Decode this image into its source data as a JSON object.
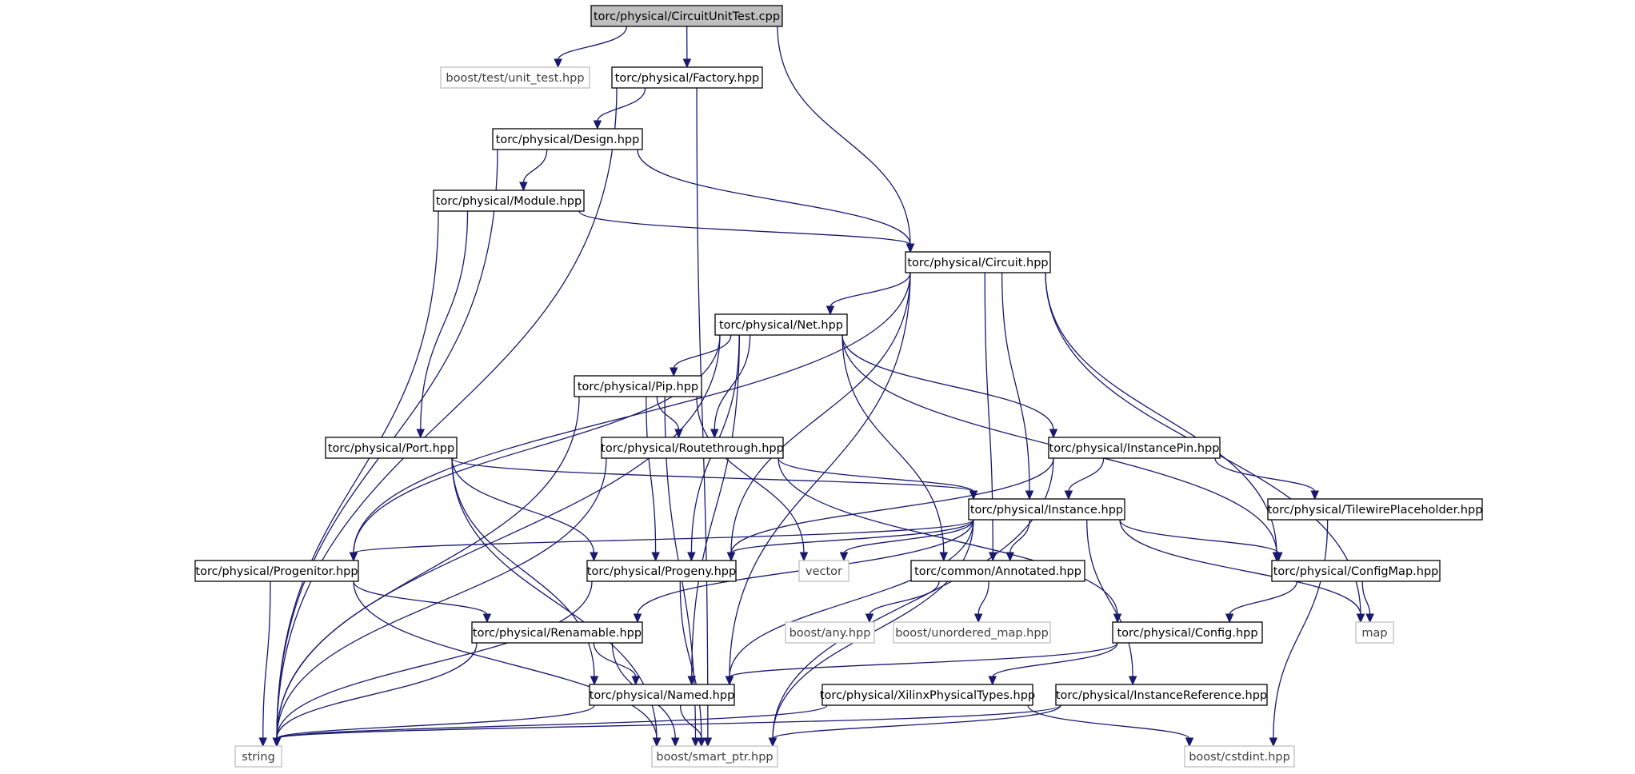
{
  "nodes": [
    {
      "id": "root",
      "label": "torc/physical/CircuitUnitTest.cpp",
      "kind": "root"
    },
    {
      "id": "unit_test",
      "label": "boost/test/unit_test.hpp",
      "kind": "external"
    },
    {
      "id": "factory",
      "label": "torc/physical/Factory.hpp",
      "kind": "local"
    },
    {
      "id": "design",
      "label": "torc/physical/Design.hpp",
      "kind": "local"
    },
    {
      "id": "module",
      "label": "torc/physical/Module.hpp",
      "kind": "local"
    },
    {
      "id": "circuit",
      "label": "torc/physical/Circuit.hpp",
      "kind": "local"
    },
    {
      "id": "net",
      "label": "torc/physical/Net.hpp",
      "kind": "local"
    },
    {
      "id": "pip",
      "label": "torc/physical/Pip.hpp",
      "kind": "local"
    },
    {
      "id": "port",
      "label": "torc/physical/Port.hpp",
      "kind": "local"
    },
    {
      "id": "routethrough",
      "label": "torc/physical/Routethrough.hpp",
      "kind": "local"
    },
    {
      "id": "instancepin",
      "label": "torc/physical/InstancePin.hpp",
      "kind": "local"
    },
    {
      "id": "tilewire",
      "label": "torc/physical/TilewirePlaceholder.hpp",
      "kind": "local"
    },
    {
      "id": "instance",
      "label": "torc/physical/Instance.hpp",
      "kind": "local"
    },
    {
      "id": "progenitor",
      "label": "torc/physical/Progenitor.hpp",
      "kind": "local"
    },
    {
      "id": "progeny",
      "label": "torc/physical/Progeny.hpp",
      "kind": "local"
    },
    {
      "id": "vector",
      "label": "vector",
      "kind": "external"
    },
    {
      "id": "annotated",
      "label": "torc/common/Annotated.hpp",
      "kind": "local"
    },
    {
      "id": "configmap",
      "label": "torc/physical/ConfigMap.hpp",
      "kind": "local"
    },
    {
      "id": "renamable",
      "label": "torc/physical/Renamable.hpp",
      "kind": "local"
    },
    {
      "id": "boost_any",
      "label": "boost/any.hpp",
      "kind": "external"
    },
    {
      "id": "unordered_map",
      "label": "boost/unordered_map.hpp",
      "kind": "external"
    },
    {
      "id": "config",
      "label": "torc/physical/Config.hpp",
      "kind": "local"
    },
    {
      "id": "map",
      "label": "map",
      "kind": "external"
    },
    {
      "id": "named",
      "label": "torc/physical/Named.hpp",
      "kind": "local"
    },
    {
      "id": "xilinxtypes",
      "label": "torc/physical/XilinxPhysicalTypes.hpp",
      "kind": "local"
    },
    {
      "id": "instanceref",
      "label": "torc/physical/InstanceReference.hpp",
      "kind": "local"
    },
    {
      "id": "string",
      "label": "string",
      "kind": "external"
    },
    {
      "id": "smart_ptr",
      "label": "boost/smart_ptr.hpp",
      "kind": "external"
    },
    {
      "id": "cstdint",
      "label": "boost/cstdint.hpp",
      "kind": "external"
    }
  ],
  "edges": [
    [
      "root",
      "unit_test"
    ],
    [
      "root",
      "factory"
    ],
    [
      "root",
      "circuit"
    ],
    [
      "factory",
      "design"
    ],
    [
      "factory",
      "string"
    ],
    [
      "factory",
      "smart_ptr"
    ],
    [
      "design",
      "module"
    ],
    [
      "design",
      "circuit"
    ],
    [
      "design",
      "string"
    ],
    [
      "module",
      "circuit"
    ],
    [
      "module",
      "port"
    ],
    [
      "module",
      "string"
    ],
    [
      "circuit",
      "net"
    ],
    [
      "circuit",
      "instance"
    ],
    [
      "circuit",
      "progeny"
    ],
    [
      "circuit",
      "progenitor"
    ],
    [
      "circuit",
      "annotated"
    ],
    [
      "circuit",
      "configmap"
    ],
    [
      "circuit",
      "map"
    ],
    [
      "circuit",
      "named"
    ],
    [
      "net",
      "pip"
    ],
    [
      "net",
      "routethrough"
    ],
    [
      "net",
      "instancepin"
    ],
    [
      "net",
      "progeny"
    ],
    [
      "net",
      "annotated"
    ],
    [
      "net",
      "configmap"
    ],
    [
      "net",
      "progenitor"
    ],
    [
      "net",
      "named"
    ],
    [
      "net",
      "string"
    ],
    [
      "pip",
      "routethrough"
    ],
    [
      "pip",
      "vector"
    ],
    [
      "pip",
      "progeny"
    ],
    [
      "pip",
      "string"
    ],
    [
      "pip",
      "smart_ptr"
    ],
    [
      "port",
      "instance"
    ],
    [
      "port",
      "progeny"
    ],
    [
      "port",
      "named"
    ],
    [
      "port",
      "smart_ptr"
    ],
    [
      "routethrough",
      "instance"
    ],
    [
      "routethrough",
      "config"
    ],
    [
      "routethrough",
      "string"
    ],
    [
      "instancepin",
      "instance"
    ],
    [
      "instancepin",
      "tilewire"
    ],
    [
      "instancepin",
      "progeny"
    ],
    [
      "instancepin",
      "smart_ptr"
    ],
    [
      "tilewire",
      "cstdint"
    ],
    [
      "instance",
      "progenitor"
    ],
    [
      "instance",
      "progeny"
    ],
    [
      "instance",
      "vector"
    ],
    [
      "instance",
      "annotated"
    ],
    [
      "instance",
      "configmap"
    ],
    [
      "instance",
      "renamable"
    ],
    [
      "instance",
      "named"
    ],
    [
      "instance",
      "map"
    ],
    [
      "instance",
      "instanceref"
    ],
    [
      "instance",
      "smart_ptr"
    ],
    [
      "progenitor",
      "renamable"
    ],
    [
      "progenitor",
      "string"
    ],
    [
      "progenitor",
      "smart_ptr"
    ],
    [
      "progeny",
      "string"
    ],
    [
      "progeny",
      "smart_ptr"
    ],
    [
      "annotated",
      "boost_any"
    ],
    [
      "annotated",
      "unordered_map"
    ],
    [
      "configmap",
      "config"
    ],
    [
      "configmap",
      "map"
    ],
    [
      "renamable",
      "named"
    ],
    [
      "renamable",
      "string"
    ],
    [
      "renamable",
      "smart_ptr"
    ],
    [
      "config",
      "named"
    ],
    [
      "config",
      "xilinxtypes"
    ],
    [
      "named",
      "string"
    ],
    [
      "named",
      "smart_ptr"
    ],
    [
      "xilinxtypes",
      "string"
    ],
    [
      "xilinxtypes",
      "cstdint"
    ],
    [
      "instanceref",
      "string"
    ],
    [
      "instanceref",
      "smart_ptr"
    ]
  ]
}
